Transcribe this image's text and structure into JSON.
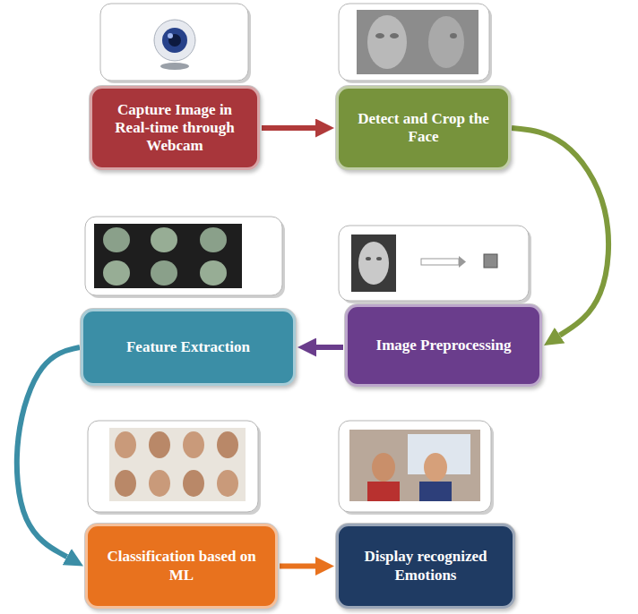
{
  "diagram": {
    "nodes": [
      {
        "text": [
          "Capture Image in Real-time through Webcam"
        ]
      },
      {
        "text": [
          "Detect and Crop the Face"
        ]
      },
      {
        "text": [
          "Image Preprocessing"
        ]
      },
      {
        "text": [
          "Feature Extraction"
        ]
      },
      {
        "text": [
          "Classification based on ML"
        ]
      },
      {
        "text": [
          "Display recognized Emotions"
        ]
      }
    ],
    "edges": [
      {
        "from": 0,
        "to": 1,
        "arrow": "to"
      },
      {
        "from": 1,
        "to": 2,
        "arrow": "to"
      },
      {
        "from": 2,
        "to": 3,
        "arrow": "to"
      },
      {
        "from": 3,
        "to": 4,
        "arrow": "to"
      },
      {
        "from": 4,
        "to": 5,
        "arrow": "to"
      }
    ]
  }
}
